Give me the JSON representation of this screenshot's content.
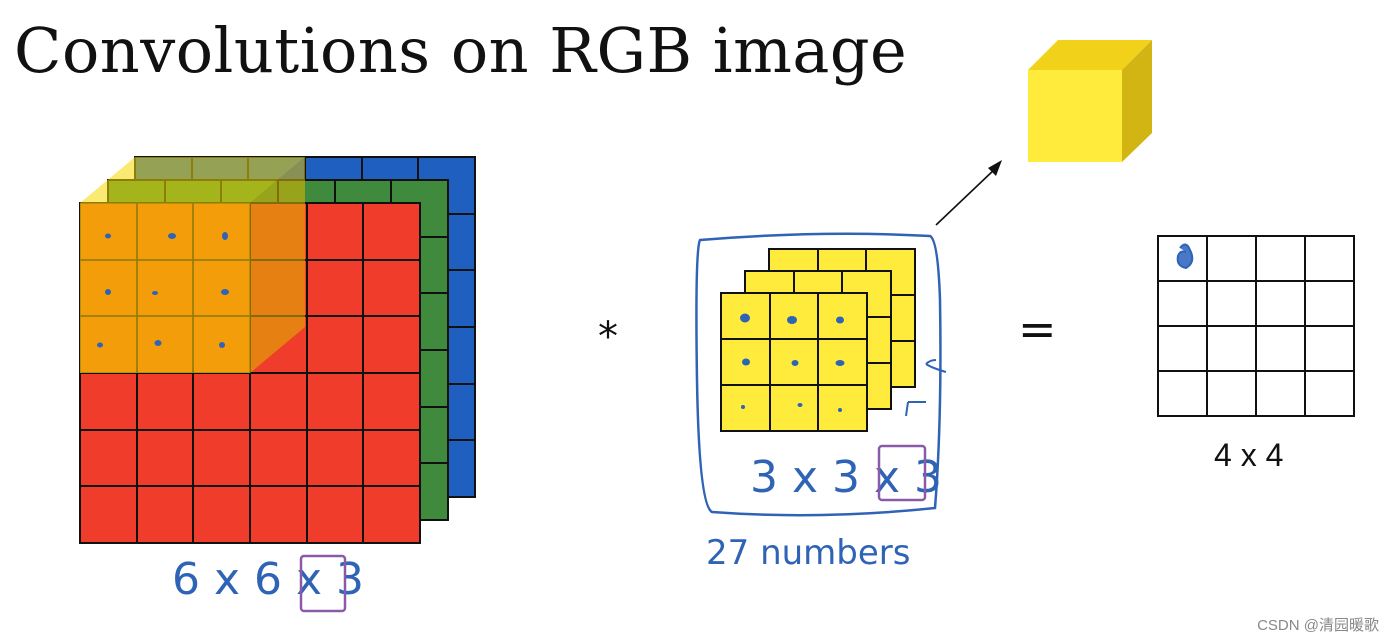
{
  "title": "Convolutions on RGB image",
  "labels": {
    "input_dims": "6 x 6 x 3",
    "filter_dims": "3 x 3 x 3",
    "filter_count": "27 numbers",
    "output_dims": "4 x 4",
    "conv_operator": "*",
    "equals_operator": "="
  },
  "watermark": "CSDN @清园暖歌",
  "colors": {
    "red_channel": "#f03c2a",
    "green_channel": "#3f8a3c",
    "blue_channel": "#1f5fbf",
    "filter_yellow": "#ffeb3b",
    "overlay_yellow": "#f5c400",
    "ink_blue": "#2f63b5",
    "purple_box": "#8a5aa8"
  },
  "diagram": {
    "input_grid_size": 6,
    "filter_grid_size": 3,
    "output_grid_size": 4,
    "channels": 3
  }
}
